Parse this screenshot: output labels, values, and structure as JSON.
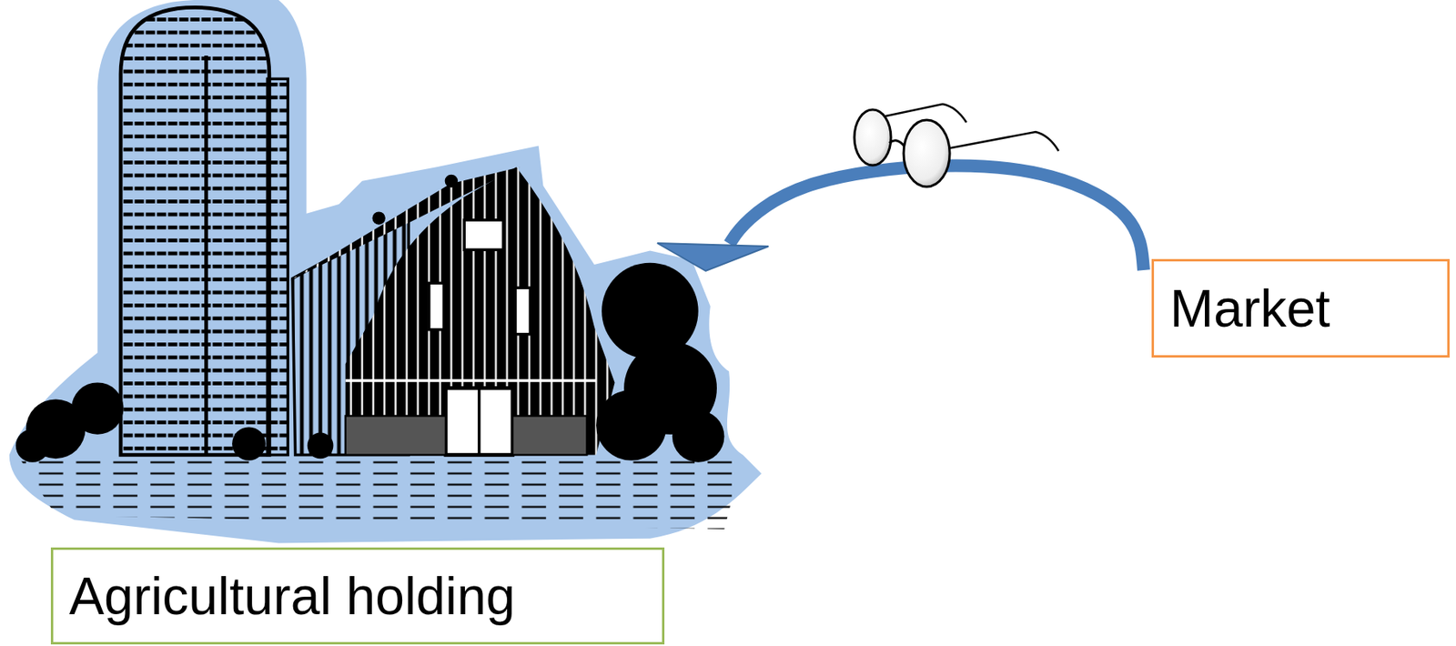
{
  "diagram": {
    "nodes": [
      {
        "text": [
          "Agricultural holding"
        ]
      },
      {
        "text": [
          "Market"
        ]
      }
    ],
    "edges": [
      {
        "from": 1,
        "to": 0,
        "arrow": "to"
      }
    ]
  }
}
